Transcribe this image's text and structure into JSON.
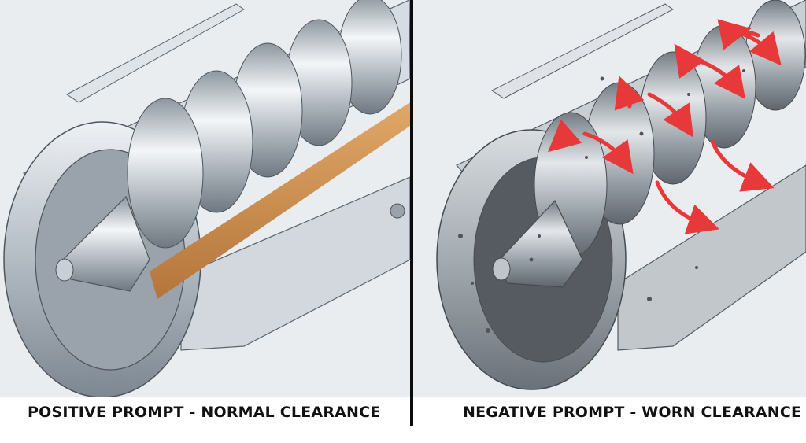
{
  "panels": [
    {
      "id": "positive",
      "caption": "POSITIVE PROMPT - NORMAL CLEARANCE",
      "subject": "Cutaway of extruder barrel and screw with normal clearance; smooth polished screw flights with amber melt filling the channel",
      "colors": {
        "metal": "#b9c2cb",
        "melt": "#c98a4a",
        "background": "#e9edf0"
      }
    },
    {
      "id": "negative",
      "caption": "NEGATIVE PROMPT - WORN CLEARANCE",
      "subject": "Cutaway of worn extruder barrel and screw; pitted, corroded surfaces with red arrows showing leakage flow over worn flights",
      "colors": {
        "metal": "#a9b0b6",
        "arrow": "#e8393a",
        "background": "#e9edf0"
      }
    }
  ],
  "divider_color": "#0b0b0b"
}
